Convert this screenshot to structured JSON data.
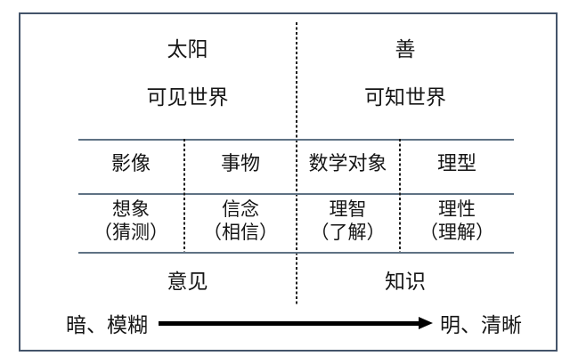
{
  "headers": {
    "visible_world_top": "太阳",
    "visible_world": "可见世界",
    "intelligible_world_top": "善",
    "intelligible_world": "可知世界"
  },
  "objects_row": [
    "影像",
    "事物",
    "数学对象",
    "理型"
  ],
  "cognition_row": [
    {
      "term": "想象",
      "gloss": "（猜测）"
    },
    {
      "term": "信念",
      "gloss": "（相信）"
    },
    {
      "term": "理智",
      "gloss": "（了解）"
    },
    {
      "term": "理性",
      "gloss": "（理解）"
    }
  ],
  "summary": {
    "left": "意见",
    "right": "知识"
  },
  "axis": {
    "start": "暗、模糊",
    "end": "明、清晰"
  },
  "colors": {
    "frame": "#44546A",
    "table_line": "#5f7284",
    "dash": "#1c1c1c",
    "arrow": "#000000",
    "text": "#151515"
  }
}
